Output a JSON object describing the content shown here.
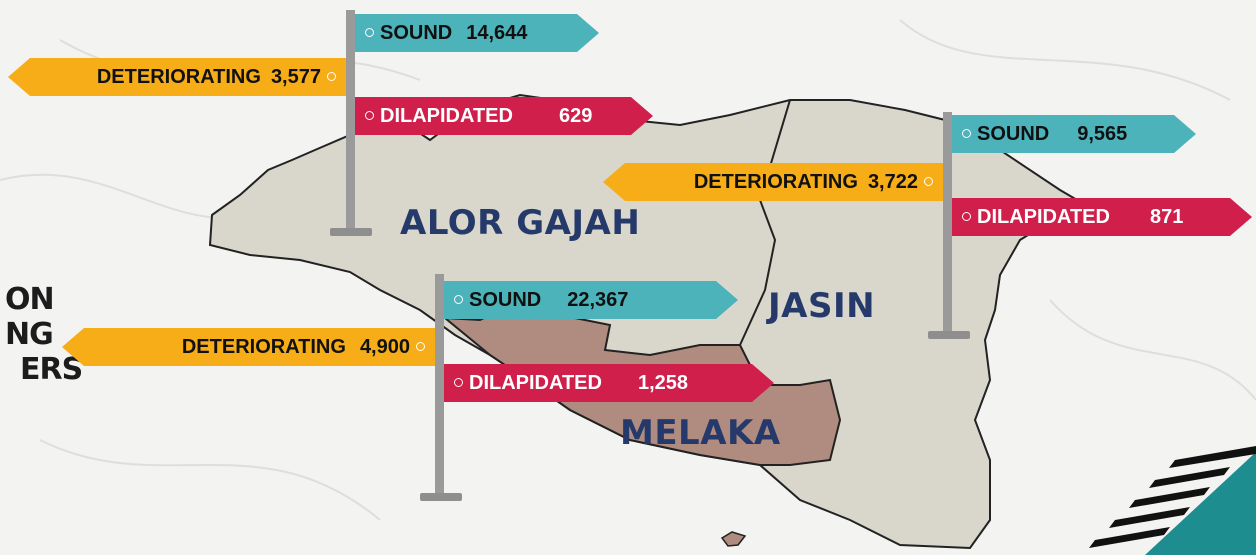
{
  "title_lines": [
    "ON",
    "NG",
    "ERS"
  ],
  "districts": [
    {
      "name": "ALOR GAJAH",
      "sound": {
        "label": "SOUND",
        "value": "14,644"
      },
      "deteriorating": {
        "label": "DETERIORATING",
        "value": "3,577"
      },
      "dilapidated": {
        "label": "DILAPIDATED",
        "value": "629"
      }
    },
    {
      "name": "JASIN",
      "sound": {
        "label": "SOUND",
        "value": "9,565"
      },
      "deteriorating": {
        "label": "DETERIORATING",
        "value": "3,722"
      },
      "dilapidated": {
        "label": "DILAPIDATED",
        "value": "871"
      }
    },
    {
      "name": "MELAKA",
      "sound": {
        "label": "SOUND",
        "value": "22,367"
      },
      "deteriorating": {
        "label": "DETERIORATING",
        "value": "4,900"
      },
      "dilapidated": {
        "label": "DILAPIDATED",
        "value": "1,258"
      }
    }
  ],
  "colors": {
    "sound": "#4bb3b9",
    "deteriorating": "#f6ad18",
    "dilapidated": "#cf1f4a",
    "land": "#d9d7cb",
    "melaka_land": "#b08c80",
    "district_label": "#253a6b"
  }
}
